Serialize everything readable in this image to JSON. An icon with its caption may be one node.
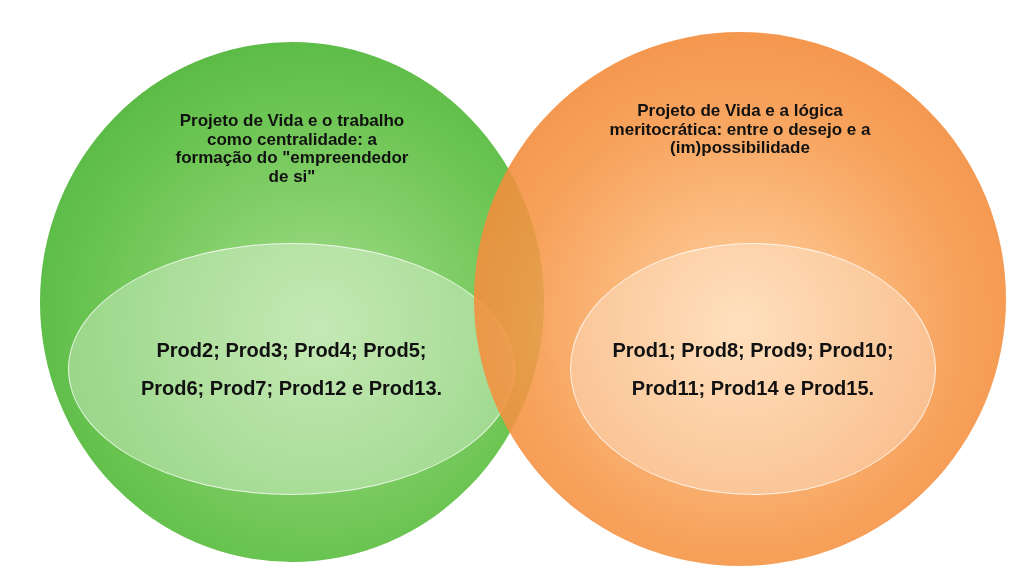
{
  "diagram": {
    "nodes": [
      {
        "text": [
          "Projeto de Vida e o trabalho como centralidade: a formação do \"empreendedor de si\""
        ]
      },
      {
        "text": [
          "Prod2; Prod3; Prod4; Prod5; Prod6; Prod7; Prod12 e Prod13."
        ],
        "in": 0
      },
      {
        "text": [
          "Projeto de Vida e a lógica meritocrática: entre o desejo e a (im)possibilidade"
        ]
      },
      {
        "text": [
          "Prod1; Prod8; Prod9; Prod10; Prod11; Prod14 e Prod15."
        ],
        "in": 2
      }
    ],
    "edges": []
  }
}
